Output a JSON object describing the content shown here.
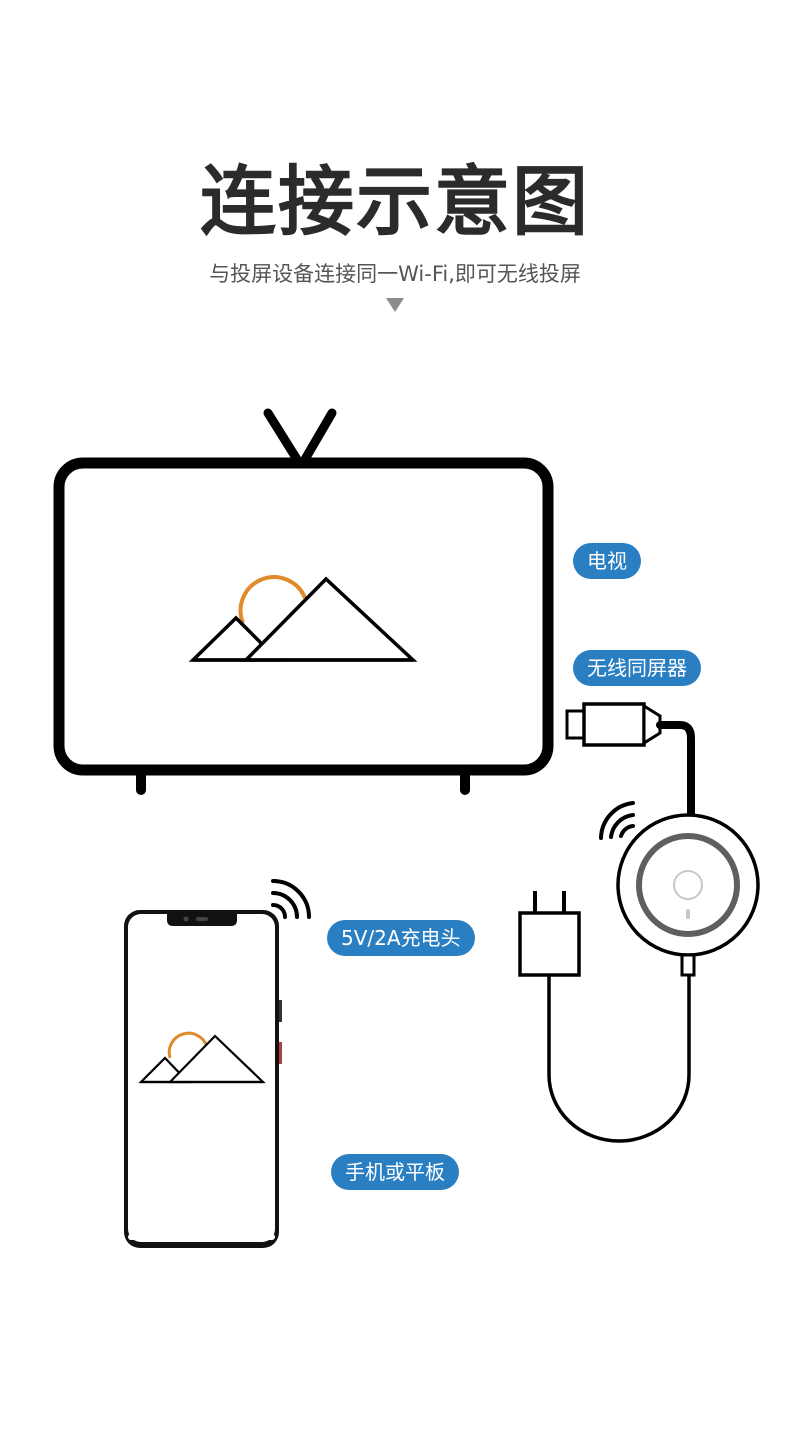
{
  "header": {
    "title": "连接示意图",
    "subtitle": "与投屏设备连接同一Wi-Fi,即可无线投屏"
  },
  "labels": {
    "tv": "电视",
    "dongle": "无线同屏器",
    "charger": "5V/2A充电头",
    "phone": "手机或平板"
  },
  "colors": {
    "label_background": "#2a7fc3",
    "sun_accent": "#e08a2c",
    "title_text": "#2b2b2b"
  },
  "icons": [
    "tv-icon",
    "landscape-icon",
    "wifi-signal-icon",
    "hdmi-connector-icon",
    "dongle-icon",
    "power-adapter-icon",
    "smartphone-icon",
    "down-arrow-icon"
  ]
}
